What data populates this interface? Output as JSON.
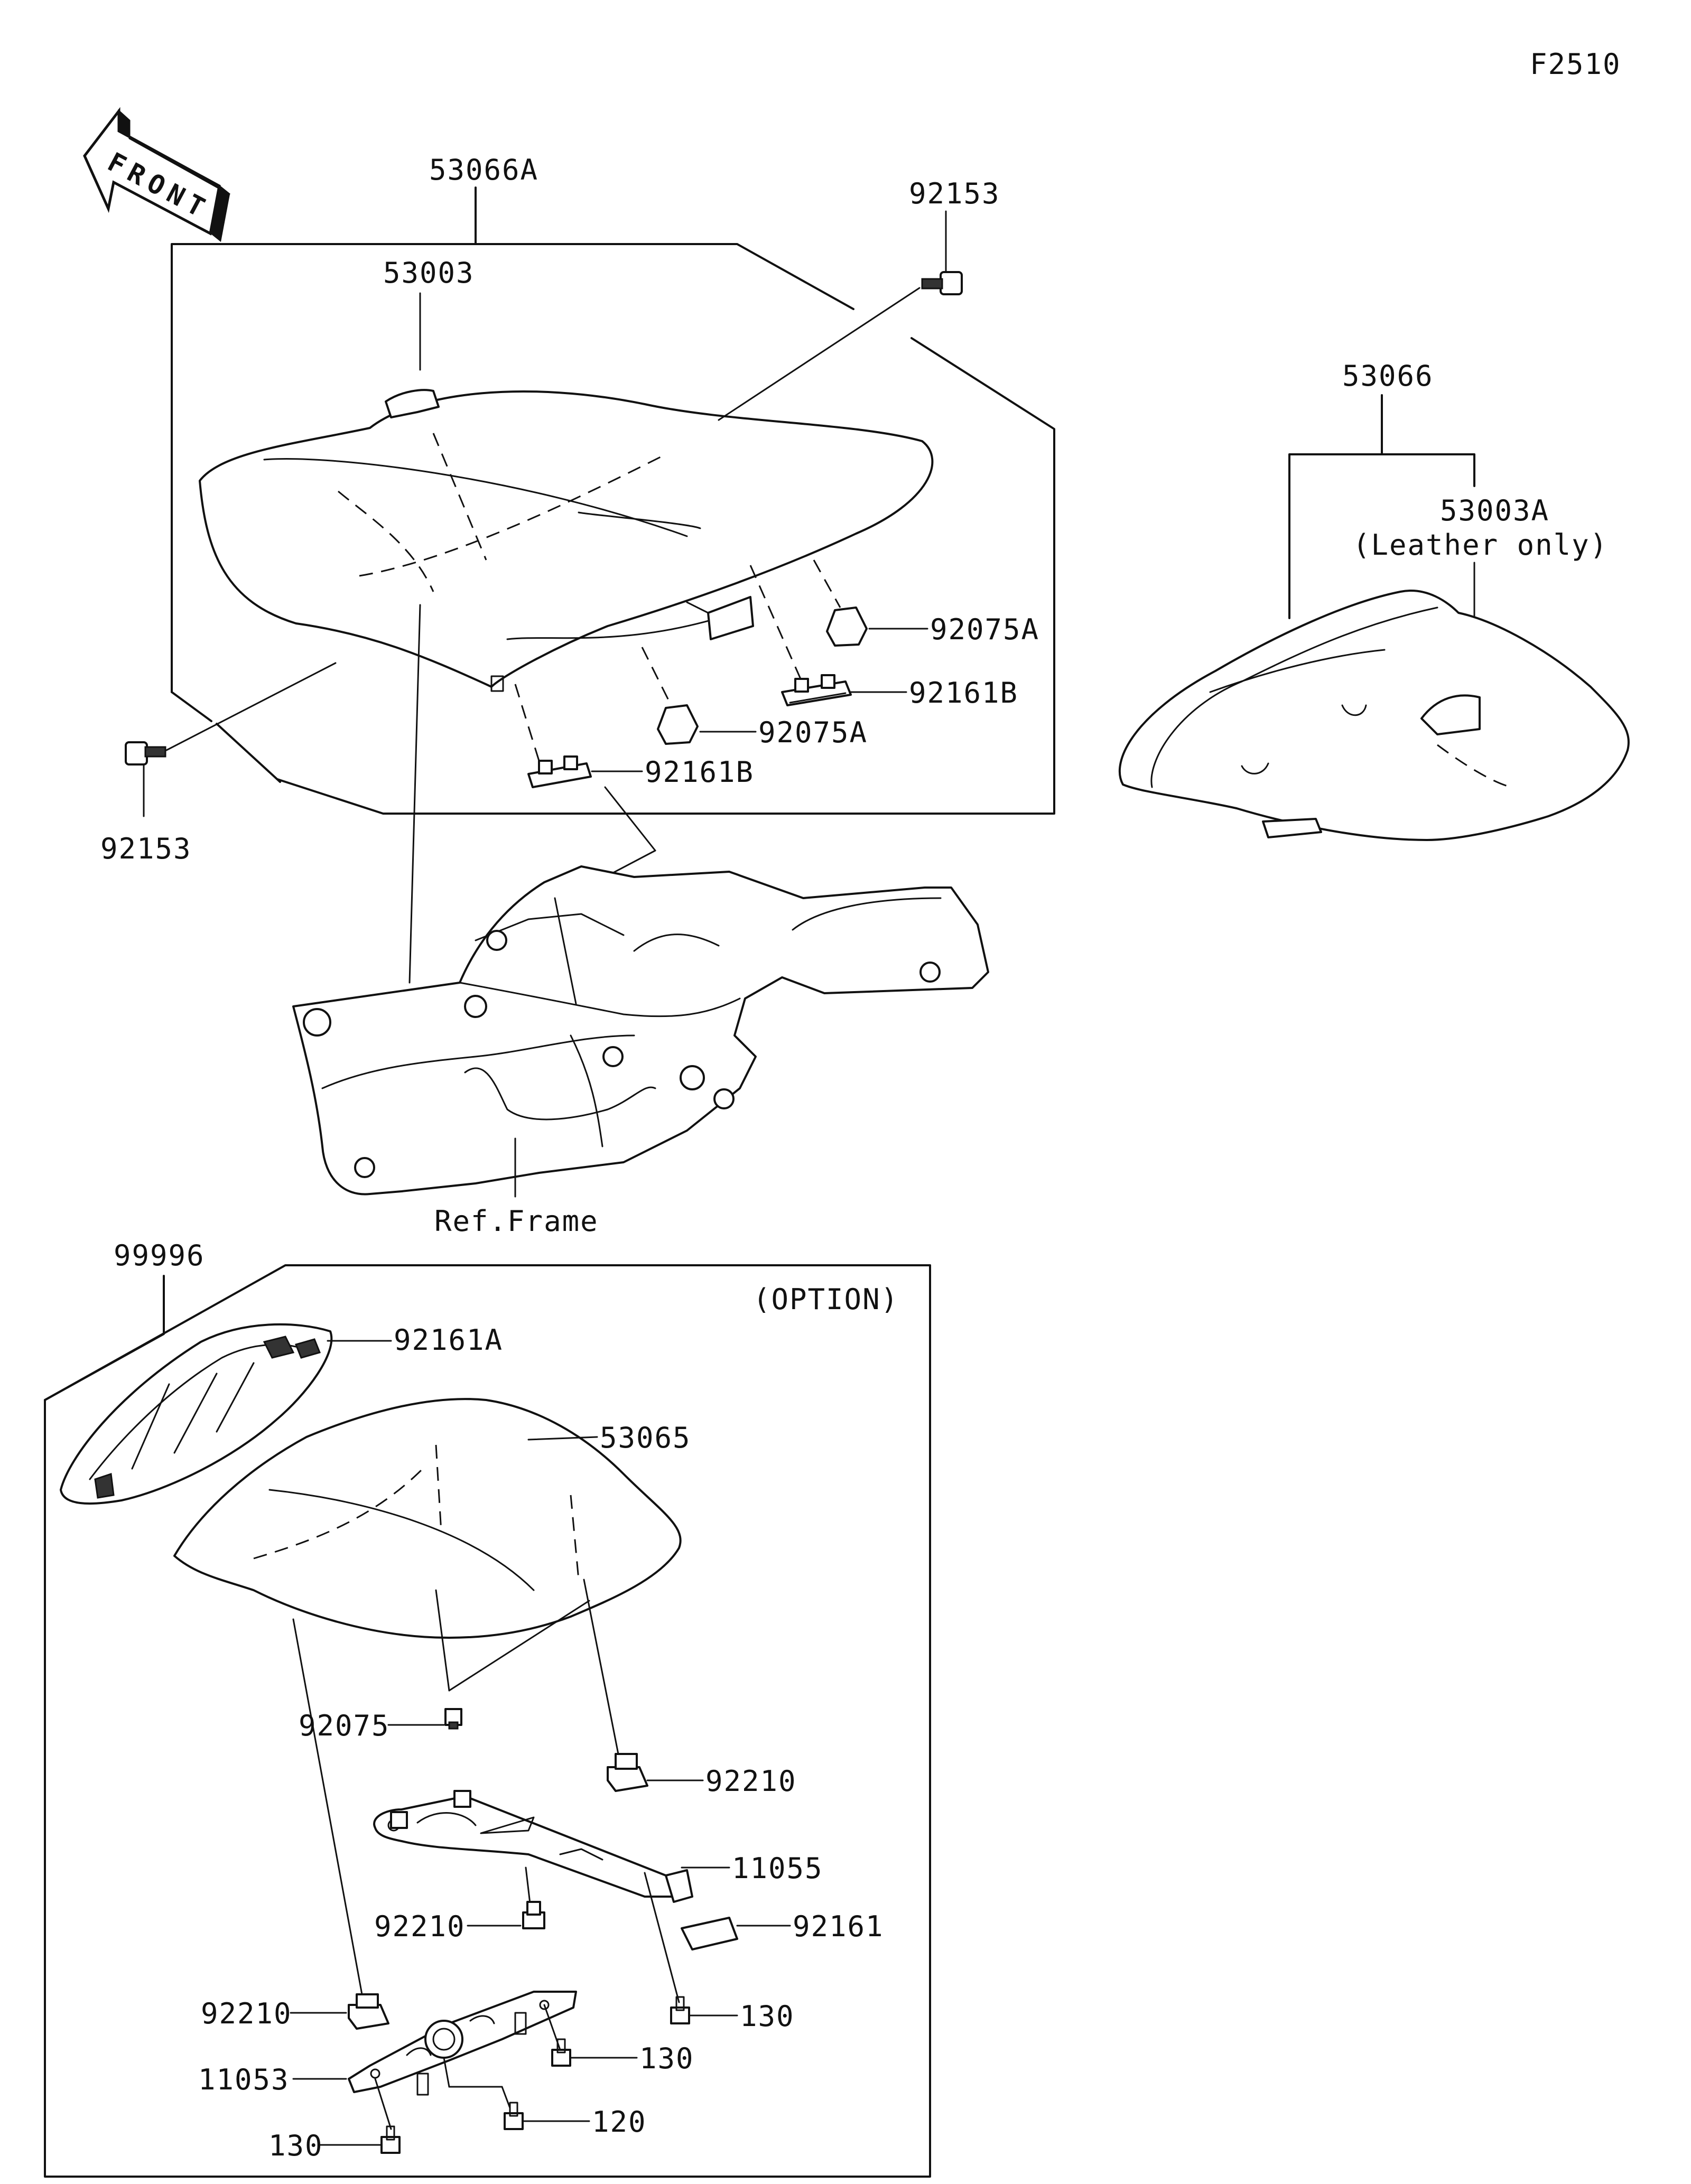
{
  "diagram": {
    "figure_id": "F2510",
    "front_label": "FRONT",
    "ref_frame": "Ref.Frame",
    "option_label": "(OPTION)",
    "leather_only": "(Leather only)",
    "parts": {
      "seat_assy_a": "53066A",
      "seat_assy": "53066",
      "seat_cover": "53003",
      "seat_cover_a": "53003A",
      "bolt_top": "92153",
      "bolt_left": "92153",
      "damper_a_1": "92075A",
      "damper_a_2": "92075A",
      "stopper_b_1": "92161B",
      "stopper_b_2": "92161B",
      "cowl_assy": "99996",
      "stopper_a": "92161A",
      "cowl": "53065",
      "damper": "92075",
      "nut_1": "92210",
      "nut_2": "92210",
      "nut_3": "92210",
      "bracket_1": "11055",
      "bracket_2": "11053",
      "stopper": "92161",
      "bolt_130_1": "130",
      "bolt_130_2": "130",
      "bolt_130_3": "130",
      "bolt_120": "120"
    }
  }
}
